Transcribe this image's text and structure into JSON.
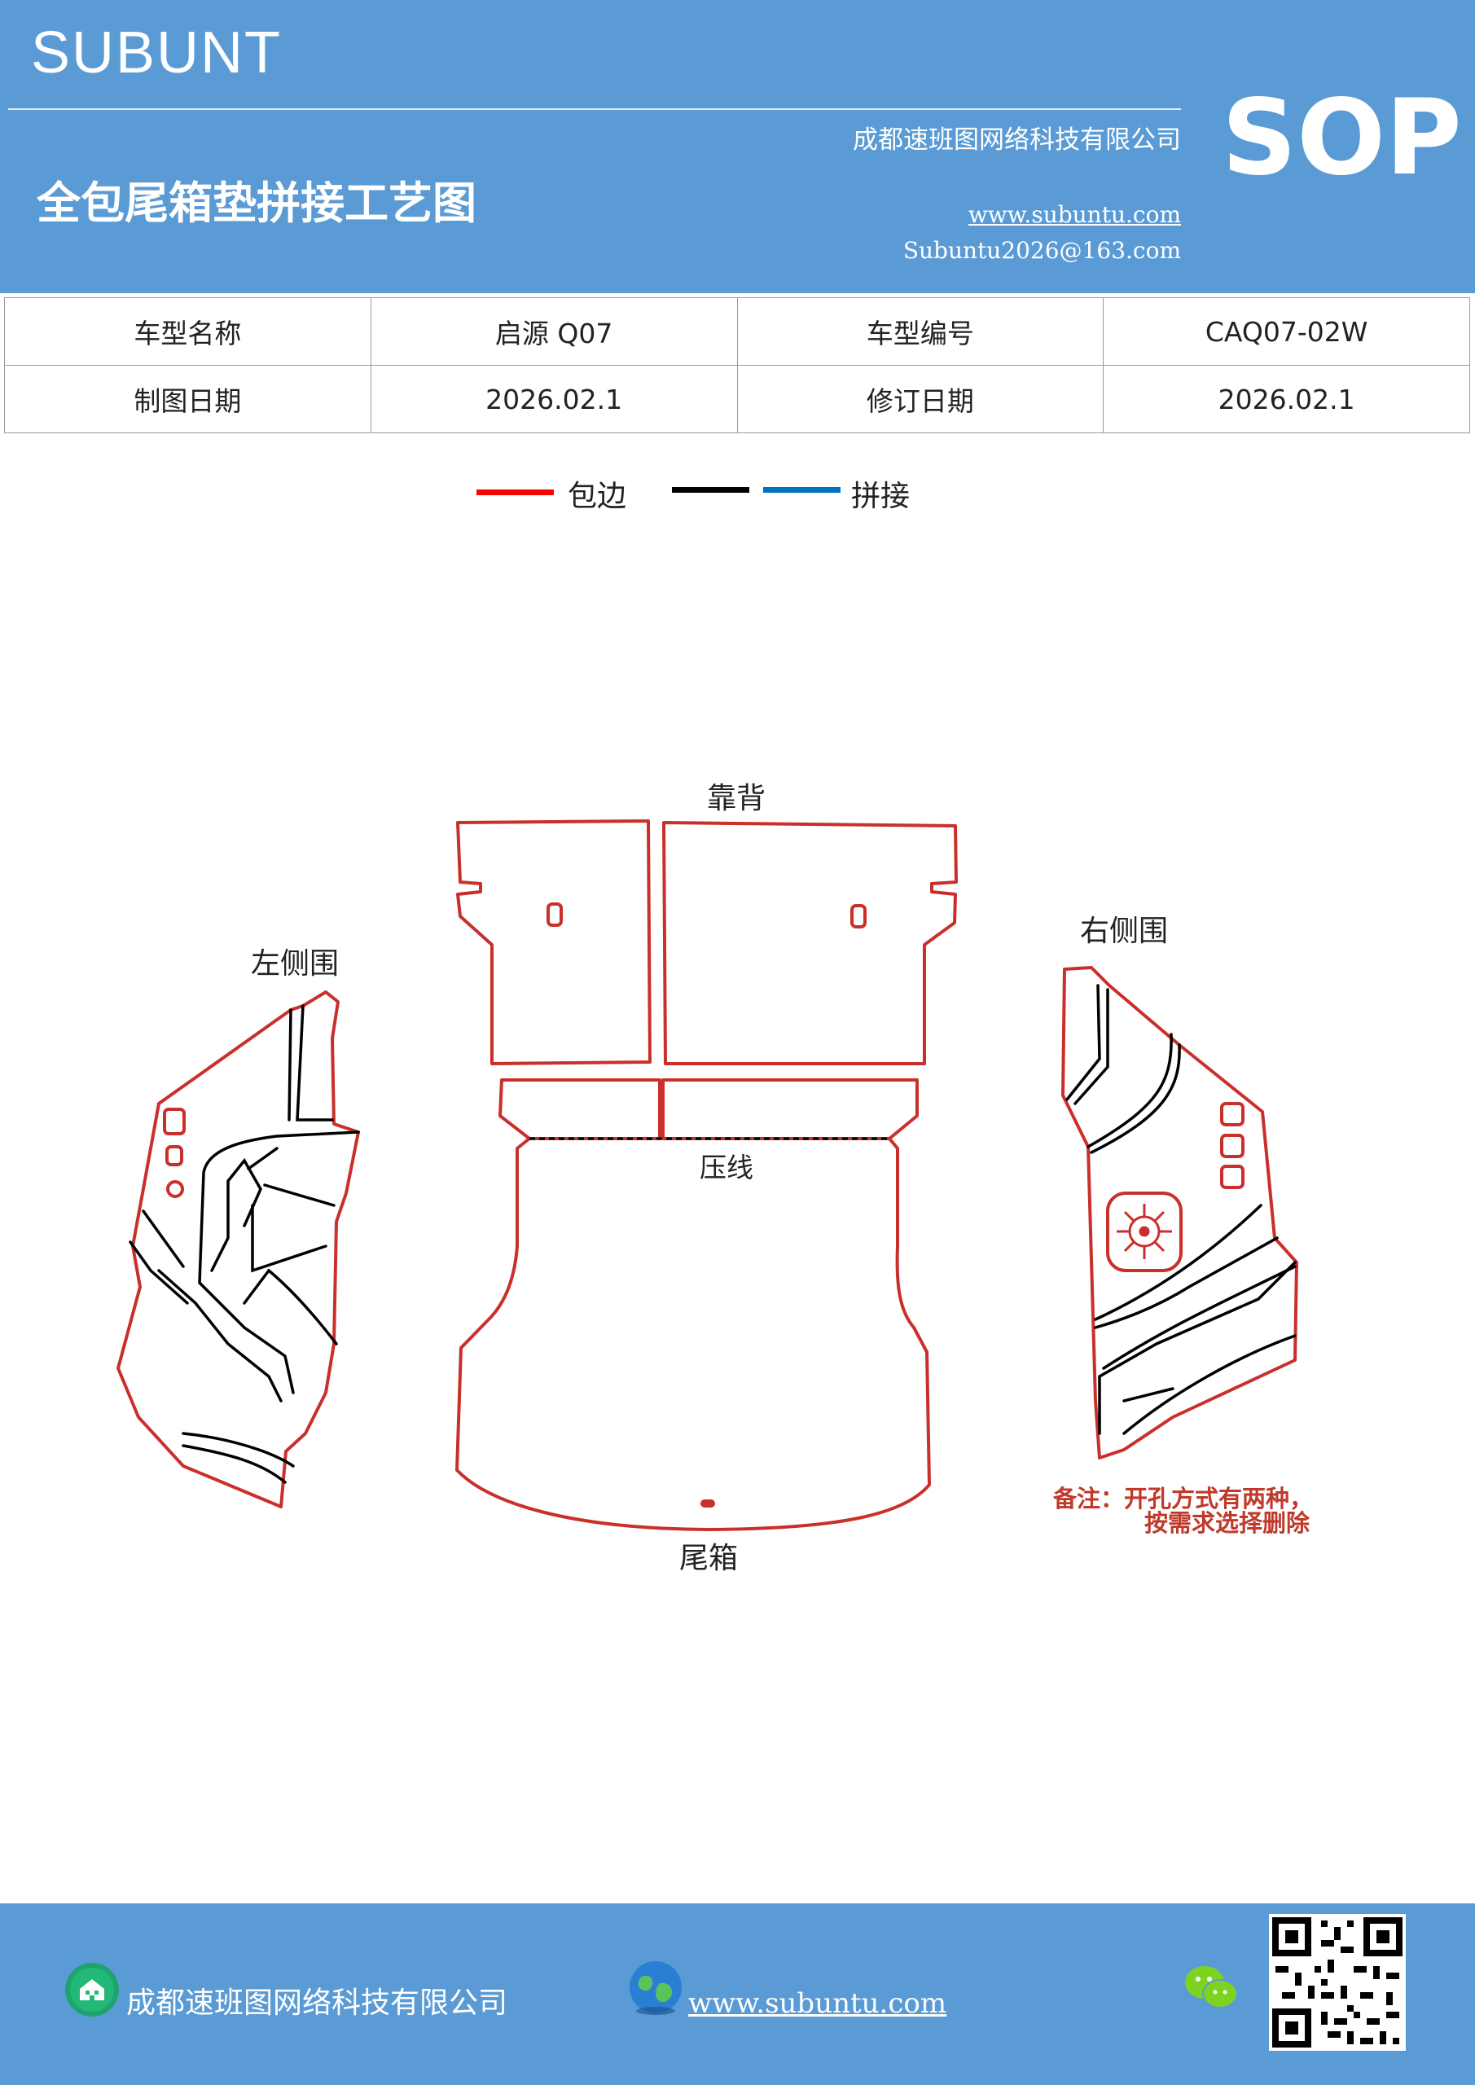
{
  "header": {
    "brand": "SUBUNT",
    "badge": "SOP",
    "company": "成都速班图网络科技有限公司",
    "title": "全包尾箱垫拼接工艺图",
    "website": "www.subuntu.com",
    "email": "Subuntu2026@163.com"
  },
  "info_table": {
    "rows": [
      [
        "车型名称",
        "启源 Q07",
        "车型编号",
        "CAQ07-02W"
      ],
      [
        "制图日期",
        "2026.02.1",
        "修订日期",
        "2026.02.1"
      ]
    ]
  },
  "legend": {
    "items": [
      {
        "label": "包边",
        "color": "#ff0000"
      },
      {
        "label": "",
        "color": "#000000"
      },
      {
        "label": "拼接",
        "color": "#0070c0"
      }
    ]
  },
  "diagram": {
    "labels": {
      "backrest": "靠背",
      "left_side": "左侧围",
      "right_side": "右侧围",
      "crease": "压线",
      "trunk": "尾箱"
    },
    "note_line1": "备注：开孔方式有两种，",
    "note_line2": "按需求选择删除",
    "edge_color": "#c9302c",
    "seam_color": "#000000",
    "note_color": "#c0392b"
  },
  "footer": {
    "company": "成都速班图网络科技有限公司",
    "website": "www.subuntu.com"
  }
}
